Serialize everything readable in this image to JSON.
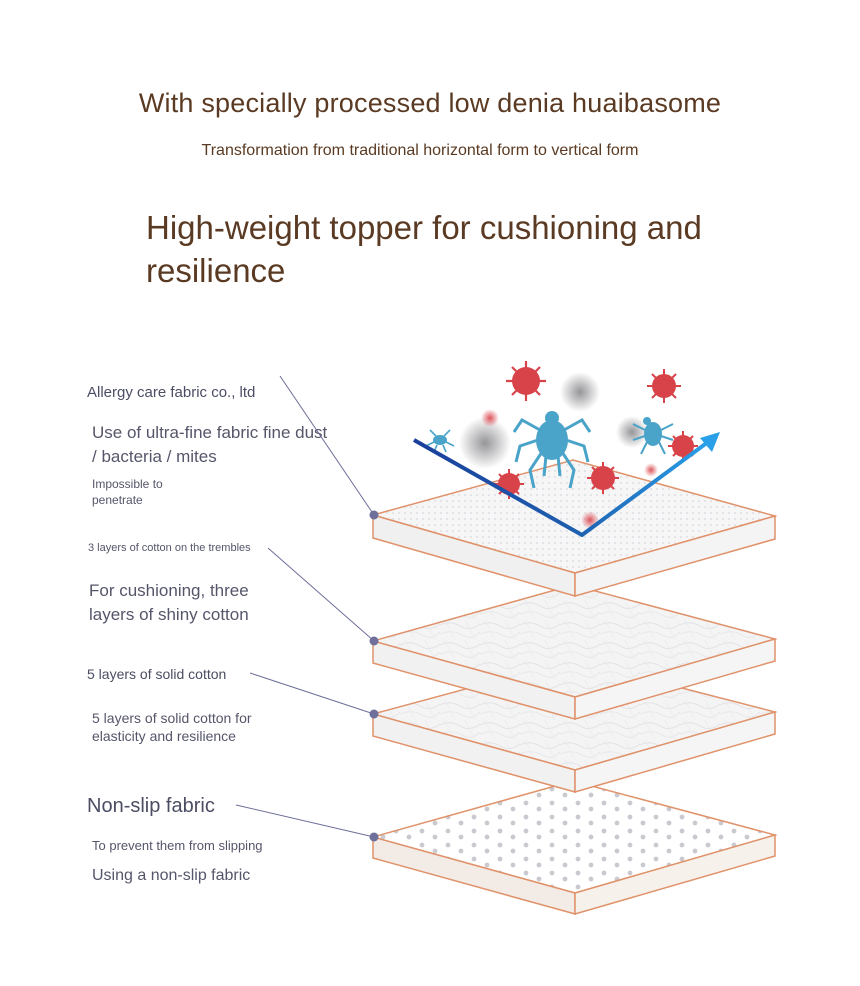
{
  "header": {
    "title": "With specially processed low denia huaibasome",
    "subtitle": "Transformation from traditional horizontal form to vertical form",
    "headline": "High-weight topper for cushioning and resilience"
  },
  "layers": [
    {
      "title": "Allergy care fabric co., ltd",
      "desc": "Use of ultra-fine fabric fine dust / bacteria / mites",
      "note": "Impossible to penetrate"
    },
    {
      "title": "3 layers of cotton on the trembles",
      "desc": "For cushioning, three layers of shiny cotton"
    },
    {
      "title": "5 layers of solid cotton",
      "desc": "5 layers of solid cotton for elasticity and resilience"
    },
    {
      "title": "Non-slip fabric",
      "desc": "To prevent them from slipping",
      "note": "Using a non-slip fabric"
    }
  ],
  "colors": {
    "title_brown": "#5a3a22",
    "label_gray": "#4b4d63",
    "edge_orange": "#e0926a",
    "dot_purple": "#6e6f9a",
    "arrow_blue": "#1e5fb0",
    "mite_blue": "#4aa3c8",
    "virus_red": "#d8434a"
  }
}
